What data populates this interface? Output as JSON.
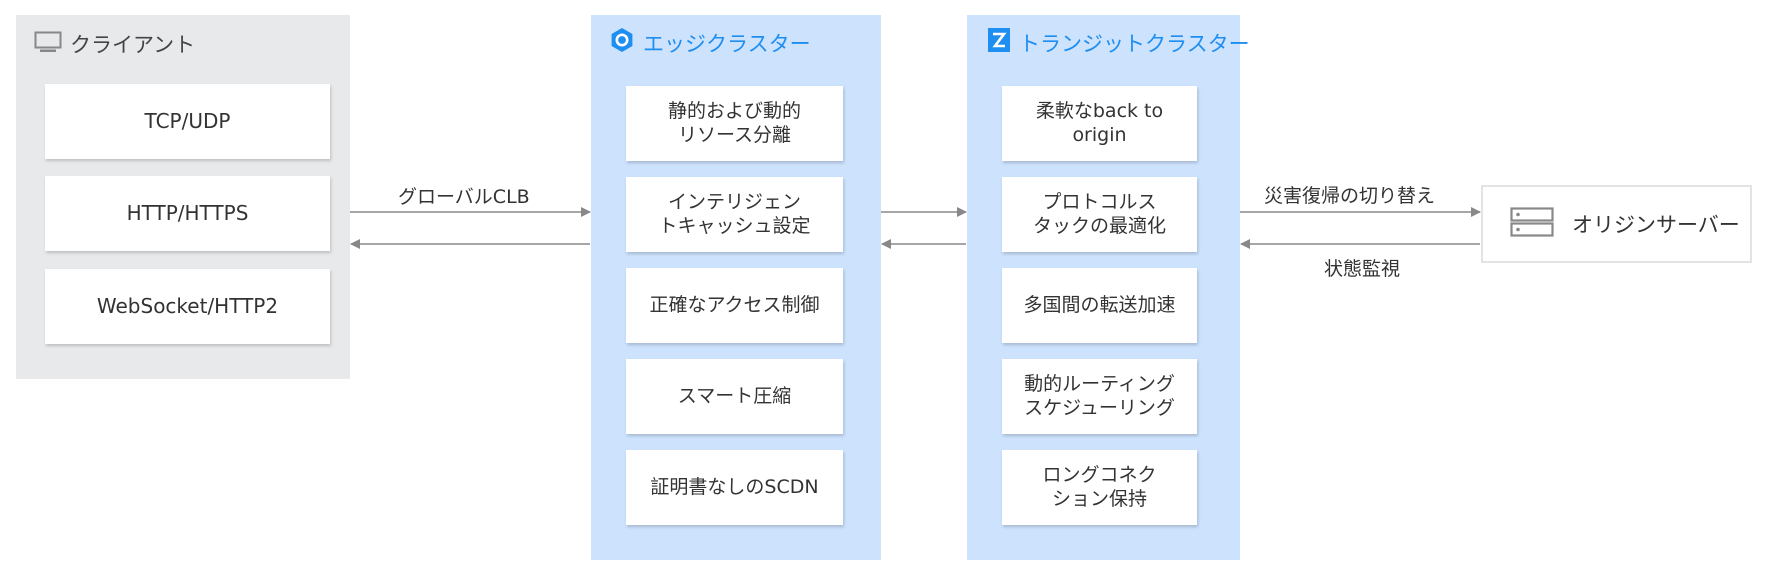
{
  "client": {
    "title": "クライアント",
    "items": [
      "TCP/UDP",
      "HTTP/HTTPS",
      "WebSocket/HTTP2"
    ]
  },
  "links": {
    "client_edge": "グローバルCLB",
    "transit_origin_forward": "災害復帰の切り替え",
    "transit_origin_back": "状態監視"
  },
  "edge": {
    "title": "エッジクラスター",
    "items": [
      "静的および動的\nリソース分離",
      "インテリジェン\nトキャッシュ設定",
      "正確なアクセス制御",
      "スマート圧縮",
      "証明書なしのSCDN"
    ]
  },
  "transit": {
    "title": "トランジットクラスター",
    "items": [
      "柔軟なback to origin",
      "プロトコルス\nタックの最適化",
      "多国間の転送加速",
      "動的ルーティング\nスケジューリング",
      "ロングコネク\nション保持"
    ]
  },
  "origin": {
    "label": "オリジンサーバー"
  },
  "icons": {
    "client": "monitor-icon",
    "edge": "gear-icon",
    "transit": "transit-icon",
    "origin": "server-icon"
  },
  "colors": {
    "accent": "#1f8ef1",
    "cluster_bg": "#cce2fd",
    "client_bg": "#e8e9eb",
    "arrow": "#888888"
  }
}
